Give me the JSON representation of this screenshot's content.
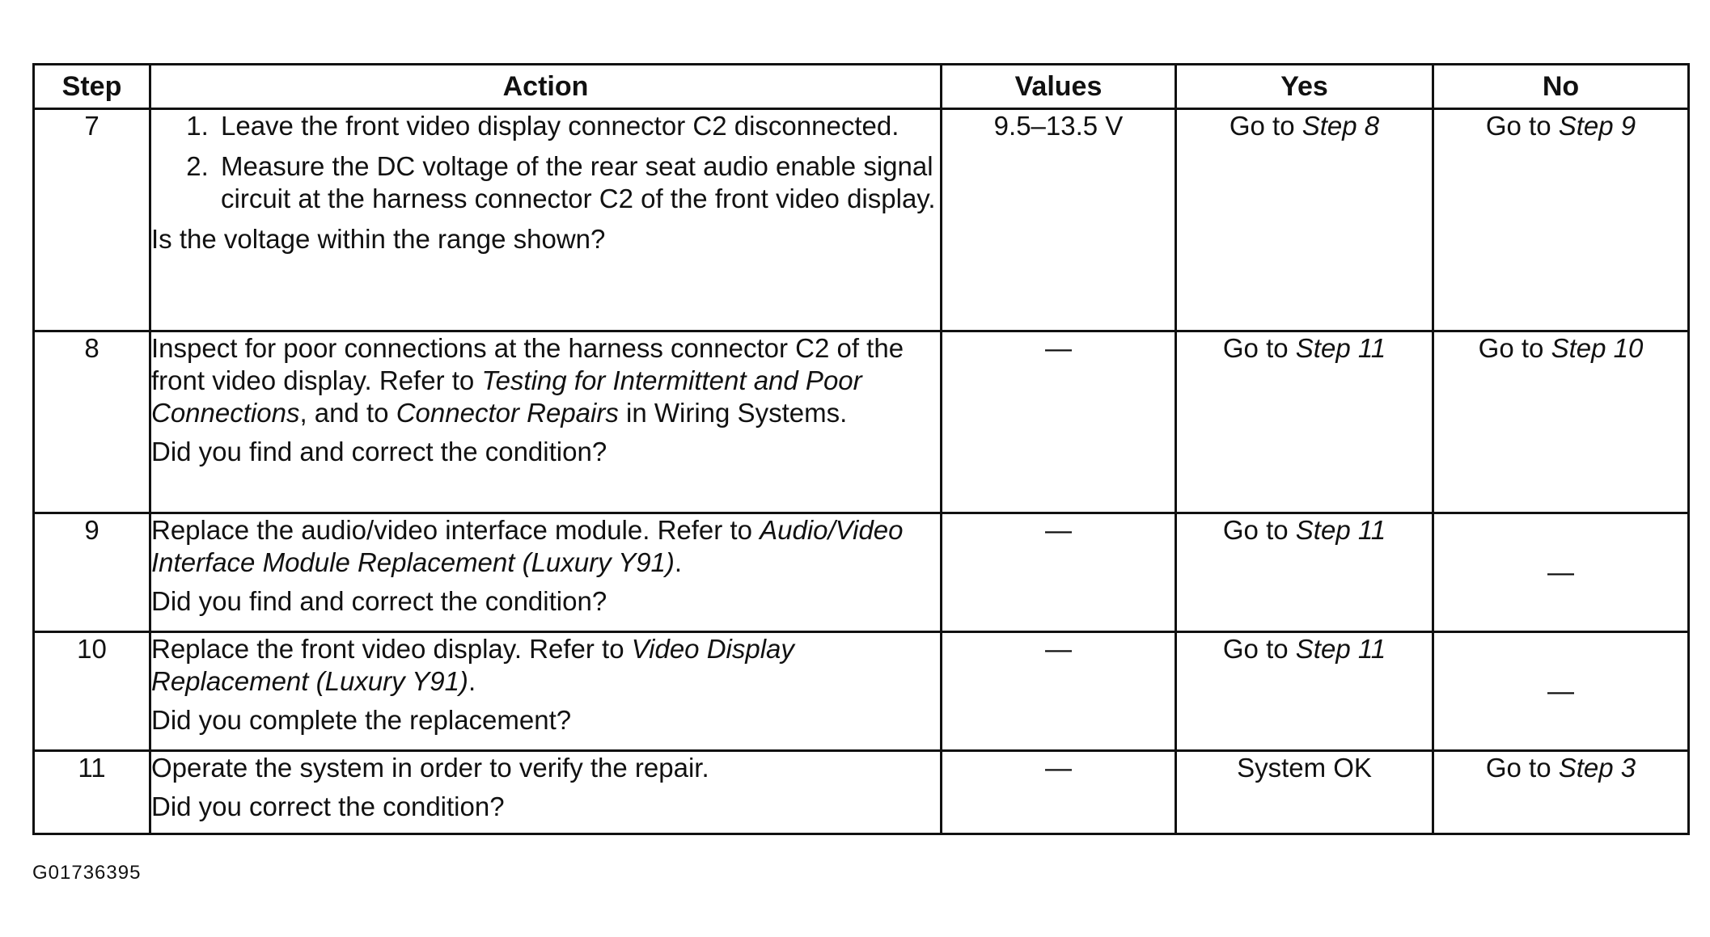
{
  "table": {
    "headers": {
      "step": "Step",
      "action": "Action",
      "values": "Values",
      "yes": "Yes",
      "no": "No"
    },
    "rows": [
      {
        "step": "7",
        "action_list": [
          "Leave the front video display connector C2 disconnected.",
          "Measure the DC voltage of the rear seat audio enable signal circuit at the harness connector C2 of the front video display."
        ],
        "question": "Is the voltage within the range shown?",
        "values": "9.5–13.5 V",
        "yes_prefix": "Go to ",
        "yes_ref": "Step 8",
        "no_prefix": "Go to ",
        "no_ref": "Step 9"
      },
      {
        "step": "8",
        "action_p1": "Inspect for poor connections at the harness connector C2 of the front video display. Refer to ",
        "action_ref1": "Testing for Intermittent and Poor Connections",
        "action_p2": ", and to ",
        "action_ref2": "Connector Repairs",
        "action_p3": " in Wiring Systems.",
        "question": "Did you find and correct the condition?",
        "values": "—",
        "yes_prefix": "Go to ",
        "yes_ref": "Step 11",
        "no_prefix": "Go to ",
        "no_ref": "Step 10"
      },
      {
        "step": "9",
        "action_p1": "Replace the audio/video interface module. Refer to ",
        "action_ref1": "Audio/Video Interface Module Replacement (Luxury Y91)",
        "action_p2": ".",
        "question": "Did you find and correct the condition?",
        "values": "—",
        "yes_prefix": "Go to ",
        "yes_ref": "Step 11",
        "no": "—"
      },
      {
        "step": "10",
        "action_p1": "Replace the front video display. Refer to ",
        "action_ref1": "Video Display Replacement (Luxury Y91)",
        "action_p2": ".",
        "question": "Did you complete the replacement?",
        "values": "—",
        "yes_prefix": "Go to ",
        "yes_ref": "Step 11",
        "no": "—"
      },
      {
        "step": "11",
        "action_p1": "Operate the system in order to verify the repair.",
        "question": "Did you correct the condition?",
        "values": "—",
        "yes": "System OK",
        "no_prefix": "Go to ",
        "no_ref": "Step 3"
      }
    ]
  },
  "footer": {
    "figure_id": "G01736395"
  }
}
